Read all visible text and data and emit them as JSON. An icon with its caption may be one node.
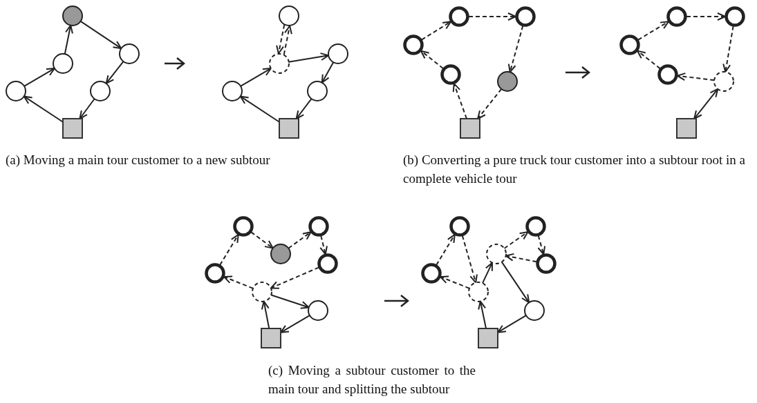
{
  "diagram": {
    "nodes": [
      {
        "text": [],
        "shape": "circle"
      },
      {
        "text": [],
        "shape": "circle"
      },
      {
        "text": [],
        "shape": "circle"
      },
      {
        "text": [],
        "shape": "circle"
      },
      {
        "text": [],
        "shape": "circle"
      },
      {
        "text": [],
        "shape": "box"
      },
      {
        "text": [],
        "shape": "circle"
      },
      {
        "text": [],
        "shape": "circle"
      },
      {
        "text": [],
        "shape": "circle"
      },
      {
        "text": [],
        "shape": "circle"
      },
      {
        "text": [],
        "shape": "circle"
      },
      {
        "text": [],
        "shape": "box"
      },
      {
        "text": [],
        "shape": "circle"
      },
      {
        "text": [],
        "shape": "circle"
      },
      {
        "text": [],
        "shape": "circle"
      },
      {
        "text": [],
        "shape": "circle"
      },
      {
        "text": [],
        "shape": "circle"
      },
      {
        "text": [],
        "shape": "box"
      },
      {
        "text": [],
        "shape": "circle"
      },
      {
        "text": [],
        "shape": "circle"
      },
      {
        "text": [],
        "shape": "circle"
      },
      {
        "text": [],
        "shape": "circle"
      },
      {
        "text": [],
        "shape": "circle"
      },
      {
        "text": [],
        "shape": "box"
      },
      {
        "text": [],
        "shape": "circle"
      },
      {
        "text": [],
        "shape": "circle"
      },
      {
        "text": [],
        "shape": "circle"
      },
      {
        "text": [],
        "shape": "circle"
      },
      {
        "text": [],
        "shape": "circle"
      },
      {
        "text": [],
        "shape": "circle"
      },
      {
        "text": [],
        "shape": "circle"
      },
      {
        "text": [],
        "shape": "box"
      },
      {
        "text": [],
        "shape": "circle"
      },
      {
        "text": [],
        "shape": "circle"
      },
      {
        "text": [],
        "shape": "circle"
      },
      {
        "text": [],
        "shape": "circle"
      },
      {
        "text": [],
        "shape": "circle"
      },
      {
        "text": [],
        "shape": "circle"
      },
      {
        "text": [],
        "shape": "circle"
      },
      {
        "text": [],
        "shape": "box"
      }
    ],
    "edges": [
      {
        "from": 5,
        "to": 3,
        "arrow": "to"
      },
      {
        "from": 3,
        "to": 2,
        "arrow": "to"
      },
      {
        "from": 2,
        "to": 0,
        "arrow": "to"
      },
      {
        "from": 0,
        "to": 1,
        "arrow": "to"
      },
      {
        "from": 1,
        "to": 4,
        "arrow": "to"
      },
      {
        "from": 4,
        "to": 5,
        "arrow": "to"
      },
      {
        "from": 11,
        "to": 9,
        "arrow": "to"
      },
      {
        "from": 9,
        "to": 7,
        "arrow": "to"
      },
      {
        "from": 7,
        "to": 8,
        "arrow": "to"
      },
      {
        "from": 8,
        "to": 10,
        "arrow": "to"
      },
      {
        "from": 10,
        "to": 11,
        "arrow": "to"
      },
      {
        "from": 7,
        "to": 6,
        "arrow": "to",
        "style": "dashed"
      },
      {
        "from": 6,
        "to": 7,
        "arrow": "to",
        "style": "dashed"
      },
      {
        "from": 17,
        "to": 15,
        "arrow": "to",
        "style": "dashed"
      },
      {
        "from": 15,
        "to": 14,
        "arrow": "to",
        "style": "dashed"
      },
      {
        "from": 14,
        "to": 12,
        "arrow": "to",
        "style": "dashed"
      },
      {
        "from": 12,
        "to": 13,
        "arrow": "to",
        "style": "dashed"
      },
      {
        "from": 13,
        "to": 16,
        "arrow": "to",
        "style": "dashed"
      },
      {
        "from": 16,
        "to": 17,
        "arrow": "to",
        "style": "dashed"
      },
      {
        "from": 20,
        "to": 18,
        "arrow": "to",
        "style": "dashed"
      },
      {
        "from": 18,
        "to": 19,
        "arrow": "to",
        "style": "dashed"
      },
      {
        "from": 19,
        "to": 22,
        "arrow": "to",
        "style": "dashed"
      },
      {
        "from": 22,
        "to": 21,
        "arrow": "to",
        "style": "dashed"
      },
      {
        "from": 21,
        "to": 20,
        "arrow": "to",
        "style": "dashed"
      },
      {
        "from": 22,
        "to": 23,
        "arrow": "both"
      },
      {
        "from": 28,
        "to": 24,
        "arrow": "to",
        "style": "dashed"
      },
      {
        "from": 24,
        "to": 26,
        "arrow": "to",
        "style": "dashed"
      },
      {
        "from": 26,
        "to": 25,
        "arrow": "to",
        "style": "dashed"
      },
      {
        "from": 25,
        "to": 27,
        "arrow": "to",
        "style": "dashed"
      },
      {
        "from": 27,
        "to": 29,
        "arrow": "to",
        "style": "dashed"
      },
      {
        "from": 29,
        "to": 28,
        "arrow": "to",
        "style": "dashed"
      },
      {
        "from": 29,
        "to": 30,
        "arrow": "to"
      },
      {
        "from": 30,
        "to": 31,
        "arrow": "to"
      },
      {
        "from": 31,
        "to": 29,
        "arrow": "to"
      },
      {
        "from": 36,
        "to": 32,
        "arrow": "to",
        "style": "dashed"
      },
      {
        "from": 32,
        "to": 37,
        "arrow": "to",
        "style": "dashed"
      },
      {
        "from": 37,
        "to": 36,
        "arrow": "to",
        "style": "dashed"
      },
      {
        "from": 37,
        "to": 34,
        "arrow": "to"
      },
      {
        "from": 34,
        "to": 33,
        "arrow": "to",
        "style": "dashed"
      },
      {
        "from": 33,
        "to": 35,
        "arrow": "to",
        "style": "dashed"
      },
      {
        "from": 35,
        "to": 34,
        "arrow": "to",
        "style": "dashed"
      },
      {
        "from": 34,
        "to": 38,
        "arrow": "to"
      },
      {
        "from": 38,
        "to": 39,
        "arrow": "to"
      },
      {
        "from": 39,
        "to": 37,
        "arrow": "to"
      }
    ],
    "labels": [
      "(a) Moving a main tour customer to a new subtour",
      "(b) Converting a pure truck tour customer into a subtour root in a complete vehicle tour",
      "(c) Moving a subtour customer to the main tour and splitting the subtour"
    ]
  }
}
